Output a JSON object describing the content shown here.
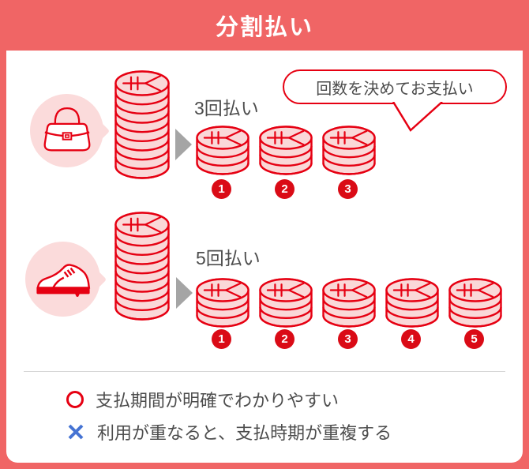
{
  "header": {
    "title": "分割払い"
  },
  "speech_bubble": {
    "text": "回数を決めてお支払い"
  },
  "rows": [
    {
      "item": "handbag",
      "item_icon": "handbag-icon",
      "label": "3回払い",
      "payments": [
        "1",
        "2",
        "3"
      ]
    },
    {
      "item": "shoe",
      "item_icon": "shoe-icon",
      "label": "5回払い",
      "payments": [
        "1",
        "2",
        "3",
        "4",
        "5"
      ]
    }
  ],
  "notes": [
    {
      "icon": "circle-merit-icon",
      "text": "支払期間が明確でわかりやすい"
    },
    {
      "icon": "cross-demerit-icon",
      "text": "利用が重なると、支払時期が重複する"
    }
  ],
  "colors": {
    "frame": "#f06565",
    "accent_red": "#e60012",
    "badge_red": "#da0b16",
    "coin_fill": "#fad8d8",
    "item_circle": "#fbdbdb",
    "text_gray": "#4d4d4d",
    "arrow_gray": "#a5a5a5",
    "cross_blue": "#4573d3",
    "divider": "#d6d6d6",
    "title_white": "#ffffff"
  }
}
